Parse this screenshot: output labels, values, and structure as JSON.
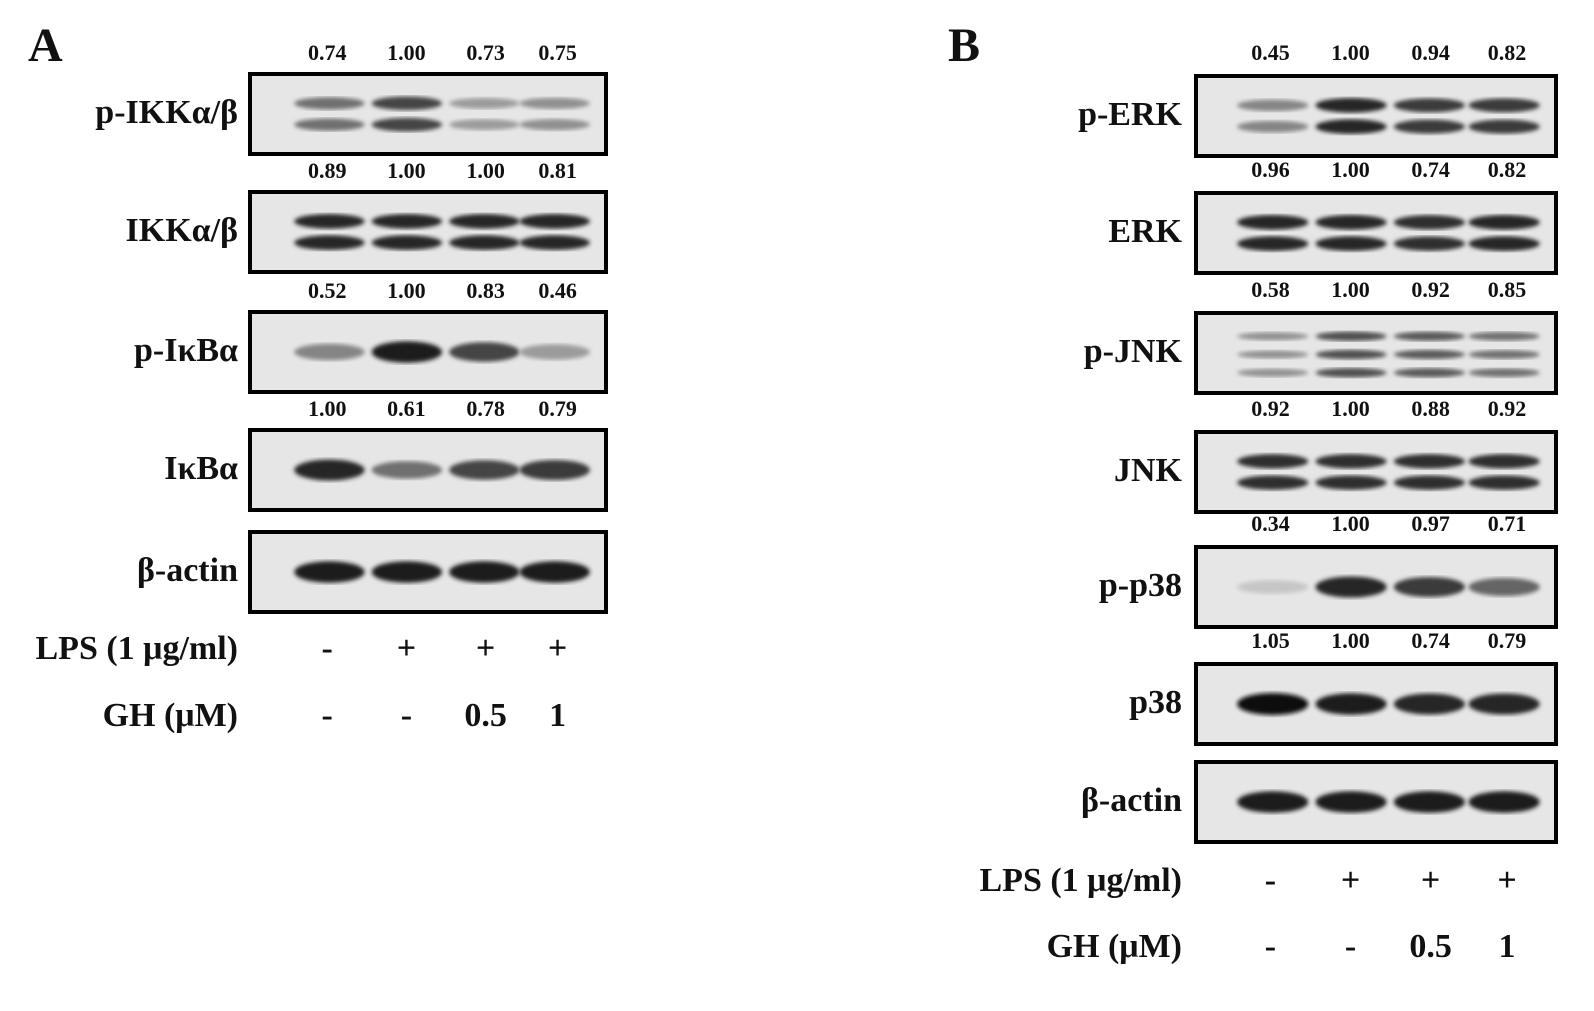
{
  "panels": [
    {
      "letter": "A",
      "blots": [
        {
          "label": "p-IKKα/β",
          "values": [
            "0.74",
            "1.00",
            "0.73",
            "0.75"
          ],
          "intensity": [
            0.55,
            0.75,
            0.35,
            0.4
          ],
          "bands": 2
        },
        {
          "label": "IKKα/β",
          "values": [
            "0.89",
            "1.00",
            "1.00",
            "0.81"
          ],
          "intensity": [
            0.9,
            0.9,
            0.9,
            0.9
          ],
          "bands": 2
        },
        {
          "label": "p-IκBα",
          "values": [
            "0.52",
            "1.00",
            "0.83",
            "0.46"
          ],
          "intensity": [
            0.45,
            0.95,
            0.75,
            0.35
          ],
          "bands": 1
        },
        {
          "label": "IκBα",
          "values": [
            "1.00",
            "0.61",
            "0.78",
            "0.79"
          ],
          "intensity": [
            0.9,
            0.55,
            0.75,
            0.8
          ],
          "bands": 1
        },
        {
          "label": "β-actin",
          "values": [],
          "intensity": [
            0.95,
            0.95,
            0.95,
            0.95
          ],
          "bands": 1
        }
      ],
      "treatments": [
        {
          "label": "LPS (1 μg/ml)",
          "values": [
            "-",
            "+",
            "+",
            "+"
          ]
        },
        {
          "label": "GH (μM)",
          "values": [
            "-",
            "-",
            "0.5",
            "1"
          ]
        }
      ]
    },
    {
      "letter": "B",
      "blots": [
        {
          "label": "p-ERK",
          "values": [
            "0.45",
            "1.00",
            "0.94",
            "0.82"
          ],
          "intensity": [
            0.45,
            0.9,
            0.8,
            0.8
          ],
          "bands": 2
        },
        {
          "label": "ERK",
          "values": [
            "0.96",
            "1.00",
            "0.74",
            "0.82"
          ],
          "intensity": [
            0.9,
            0.9,
            0.85,
            0.9
          ],
          "bands": 2
        },
        {
          "label": "p-JNK",
          "values": [
            "0.58",
            "1.00",
            "0.92",
            "0.85"
          ],
          "intensity": [
            0.4,
            0.7,
            0.65,
            0.55
          ],
          "bands": 3
        },
        {
          "label": "JNK",
          "values": [
            "0.92",
            "1.00",
            "0.88",
            "0.92"
          ],
          "intensity": [
            0.85,
            0.85,
            0.85,
            0.85
          ],
          "bands": 2
        },
        {
          "label": "p-p38",
          "values": [
            "0.34",
            "1.00",
            "0.97",
            "0.71"
          ],
          "intensity": [
            0.15,
            0.9,
            0.8,
            0.6
          ],
          "bands": 1
        },
        {
          "label": "p38",
          "values": [
            "1.05",
            "1.00",
            "0.74",
            "0.79"
          ],
          "intensity": [
            1.0,
            0.95,
            0.9,
            0.9
          ],
          "bands": 1
        },
        {
          "label": "β-actin",
          "values": [],
          "intensity": [
            0.95,
            0.95,
            0.95,
            0.95
          ],
          "bands": 1
        }
      ],
      "treatments": [
        {
          "label": "LPS (1 μg/ml)",
          "values": [
            "-",
            "+",
            "+",
            "+"
          ]
        },
        {
          "label": "GH (μM)",
          "values": [
            "-",
            "-",
            "0.5",
            "1"
          ]
        }
      ]
    }
  ]
}
